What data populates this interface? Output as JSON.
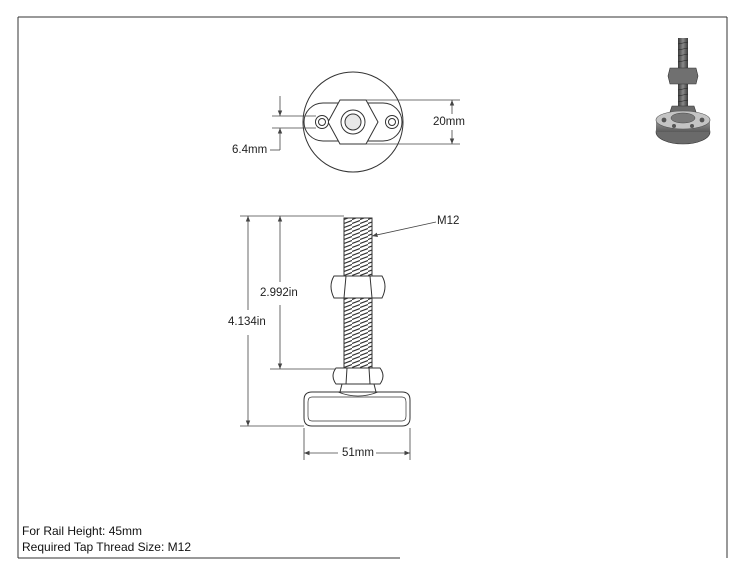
{
  "dimensions": {
    "bolt_spacing": "6.4mm",
    "nut_width": "20mm",
    "thread_size": "M12",
    "thread_length": "2.992in",
    "overall_height": "4.134in",
    "base_diameter": "51mm"
  },
  "notes": {
    "rail_height": "For Rail Height: 45mm",
    "tap_thread": "Required Tap Thread Size: M12"
  },
  "colors": {
    "line": "#333333",
    "dimension": "#444444",
    "metal_dark": "#4a4a4a",
    "metal_light": "#b8b8b8",
    "base_dark": "#6a6a6a"
  },
  "icons": {
    "thumbnail": "leveling-foot-3d-icon"
  }
}
